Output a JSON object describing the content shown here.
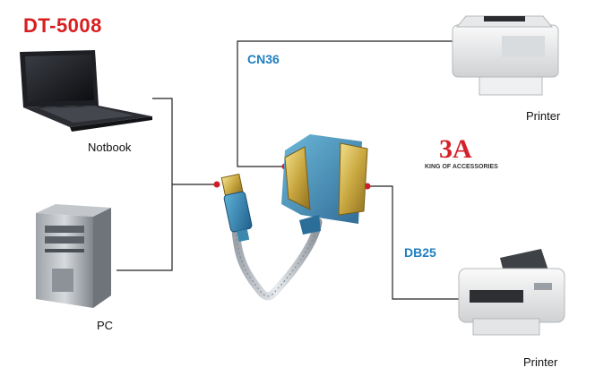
{
  "title": "DT-5008",
  "devices": {
    "notebook": "Notbook",
    "pc": "PC",
    "printer_top": "Printer",
    "printer_bottom": "Printer"
  },
  "ports": {
    "cn36": "CN36",
    "db25": "DB25"
  },
  "logo": {
    "mark": "3A",
    "tagline": "KING OF ACCESSORIES"
  },
  "colors": {
    "title": "#d81e1e",
    "port_label": "#1f7fc0",
    "connector_dot": "#cc1f2a",
    "line": "#222222"
  }
}
